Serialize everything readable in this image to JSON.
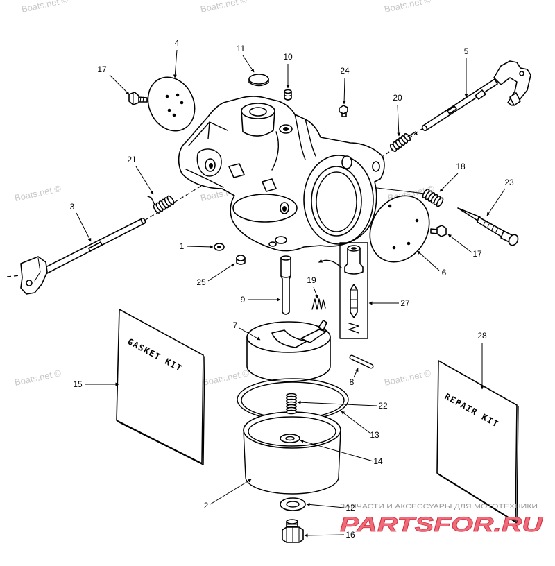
{
  "diagram": {
    "callouts": [
      "4",
      "17",
      "11",
      "10",
      "24",
      "5",
      "20",
      "21",
      "18",
      "23",
      "3",
      "1",
      "17",
      "6",
      "25",
      "19",
      "9",
      "27",
      "7",
      "28",
      "15",
      "8",
      "22",
      "13",
      "14",
      "2",
      "12",
      "16"
    ],
    "kits": {
      "gasket_kit": "GASKET KIT",
      "repair_kit": "REPAIR KIT"
    }
  },
  "watermarks": {
    "site": "Boats.net ©",
    "shop_tagline": "ЗАПЧАСТИ И АКСЕССУАРЫ ДЛЯ МОТОТЕХНИКИ",
    "shop_logo": "PARTSFOR.RU"
  },
  "colors": {
    "line": "#000000",
    "background": "#ffffff",
    "watermark": "#c8c8c8",
    "logo": "#f06a7a",
    "tagline": "#9a9a9a"
  }
}
